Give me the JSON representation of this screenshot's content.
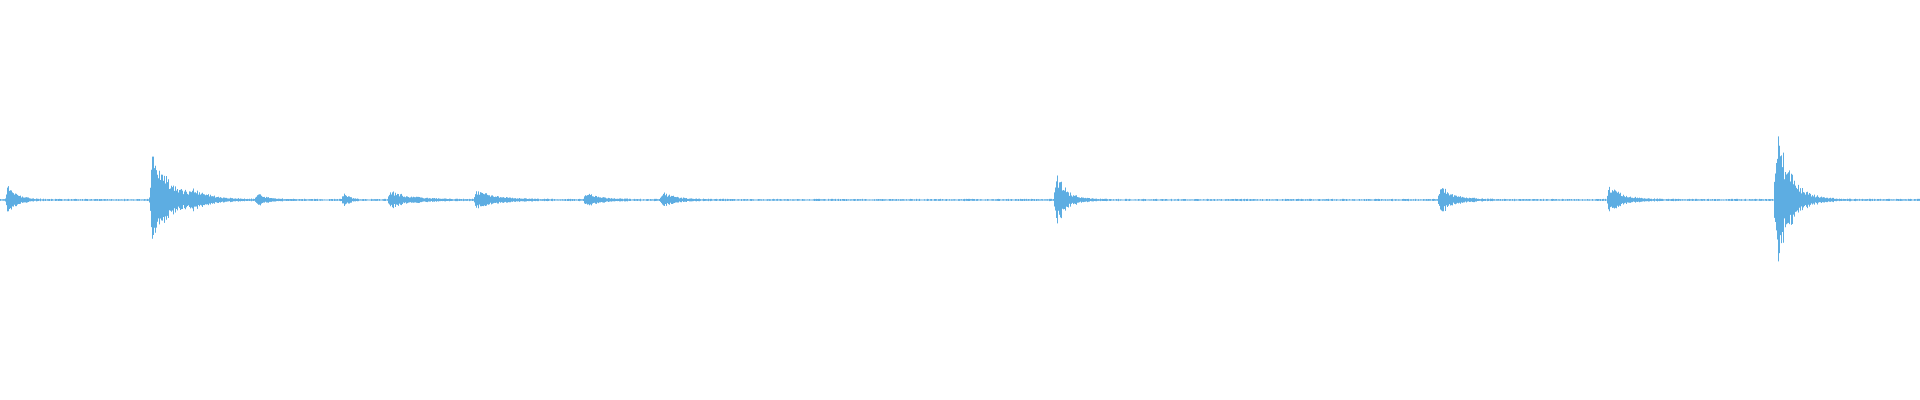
{
  "waveform": {
    "color": "#5dade2",
    "background": "#ffffff",
    "baseline_amplitude": 0.004,
    "amplitude_max": 1.0,
    "transients": [
      {
        "position": 0.004,
        "peak": 0.1,
        "decay": 0.012
      },
      {
        "position": 0.079,
        "peak": 0.26,
        "decay": 0.03
      },
      {
        "position": 0.1,
        "peak": 0.04,
        "decay": 0.02
      },
      {
        "position": 0.134,
        "peak": 0.03,
        "decay": 0.015
      },
      {
        "position": 0.179,
        "peak": 0.04,
        "decay": 0.008
      },
      {
        "position": 0.203,
        "peak": 0.05,
        "decay": 0.03
      },
      {
        "position": 0.248,
        "peak": 0.05,
        "decay": 0.03
      },
      {
        "position": 0.305,
        "peak": 0.04,
        "decay": 0.02
      },
      {
        "position": 0.345,
        "peak": 0.04,
        "decay": 0.02
      },
      {
        "position": 0.55,
        "peak": 0.15,
        "decay": 0.015
      },
      {
        "position": 0.75,
        "peak": 0.08,
        "decay": 0.02
      },
      {
        "position": 0.838,
        "peak": 0.08,
        "decay": 0.02
      },
      {
        "position": 0.925,
        "peak": 0.42,
        "decay": 0.02
      }
    ]
  }
}
